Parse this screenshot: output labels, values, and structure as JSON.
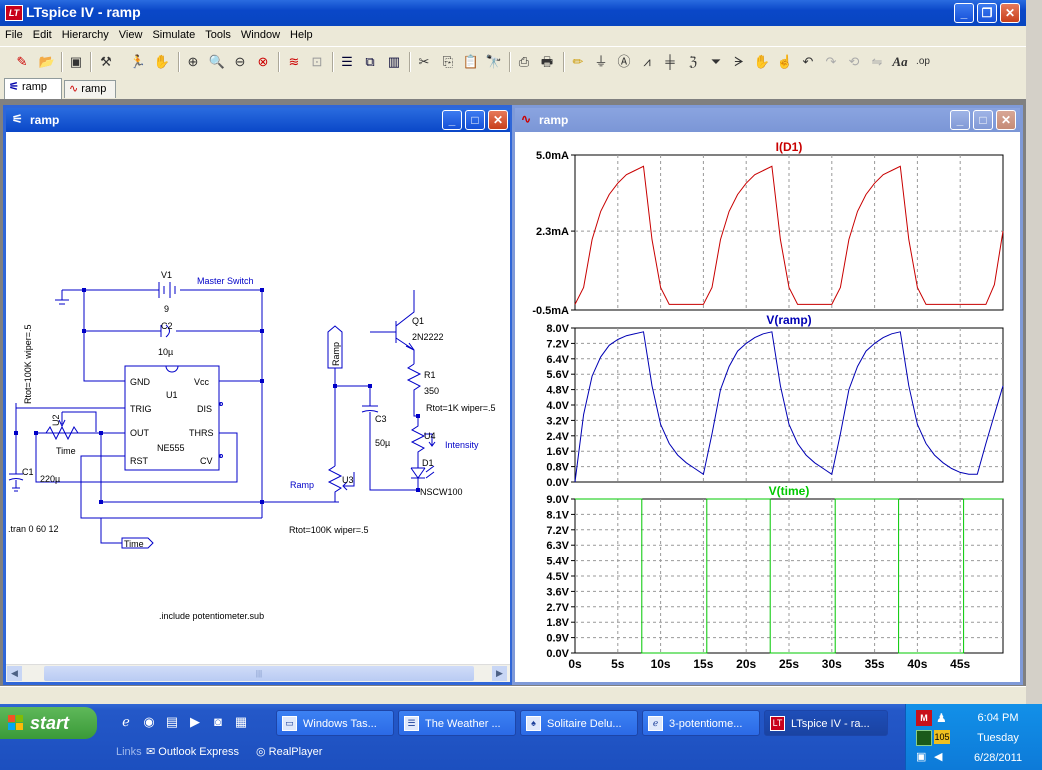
{
  "app": {
    "title": "LTspice IV - ramp",
    "icon_name": "ltspice-app-icon"
  },
  "menu": [
    "File",
    "Edit",
    "Hierarchy",
    "View",
    "Simulate",
    "Tools",
    "Window",
    "Help"
  ],
  "toolbar_icons": [
    "new-schematic-icon",
    "open-icon",
    "save-icon",
    "control-panel-icon",
    "run-icon",
    "halt-icon",
    "zoom-in-icon",
    "zoom-area-icon",
    "zoom-out-icon",
    "zoom-cancel-icon",
    "autorange-icon",
    "fit-icon",
    "tile-horizontal-icon",
    "cascade-icon",
    "tile-vertical-icon",
    "cut-icon",
    "copy-icon",
    "paste-icon",
    "find-icon",
    "print-preview-icon",
    "print-icon",
    "wire-icon",
    "ground-icon",
    "label-net-icon",
    "resistor-icon",
    "capacitor-icon",
    "inductor-icon",
    "diode-icon",
    "component-icon",
    "move-icon",
    "drag-icon",
    "undo-icon",
    "redo-icon",
    "rotate-icon",
    "mirror-icon",
    "text-icon",
    "spice-directive-icon"
  ],
  "tabs": [
    {
      "label": "ramp",
      "icon": "schematic-tab-icon"
    },
    {
      "label": "ramp",
      "icon": "waveform-tab-icon"
    }
  ],
  "schematic": {
    "title": "ramp",
    "labels": {
      "v1": "V1",
      "v1_val": "9",
      "master": "Master Switch",
      "c2": "C2",
      "c2_val": "10µ",
      "u1": "U1",
      "u1_part": "NE555",
      "gnd": "GND",
      "vcc": "Vcc",
      "trig": "TRIG",
      "dis": "DIS",
      "out": "OUT",
      "thrs": "THRS",
      "rst": "RST",
      "cv": "CV",
      "u2": "U2",
      "time": "Time",
      "rtot_left": "Rtot=100K wiper=.5",
      "c1": "C1",
      "c1_val": "220µ",
      "tran": ".tran 0 60 12",
      "time_flag": "Time",
      "q1": "Q1",
      "q1_part": "2N2222",
      "r1": "R1",
      "r1_val": "350",
      "rtot_1k": "Rtot=1K wiper=.5",
      "u4": "U4",
      "intensity": "Intensity",
      "d1": "D1",
      "d1_part": "NSCW100",
      "c3": "C3",
      "c3_val": "50µ",
      "ramp_flag": "Ramp",
      "ramp_lbl": "Ramp",
      "u3": "U3",
      "rtot_bottom": "Rtot=100K wiper=.5",
      "include": ".include potentiometer.sub"
    }
  },
  "waveform": {
    "title": "ramp"
  },
  "chart_data": [
    {
      "type": "line",
      "title": "I(D1)",
      "color": "#c80000",
      "ylim": [
        -0.5,
        5.0
      ],
      "yticks": [
        "5.0mA",
        "2.3mA",
        "-0.5mA"
      ],
      "ytick_values": [
        5.0,
        2.3,
        -0.5
      ],
      "xlim": [
        0,
        50
      ],
      "x": [
        0,
        1,
        2,
        3,
        4,
        5,
        6,
        7,
        8,
        9,
        10,
        11,
        12,
        13,
        14,
        15,
        16,
        17,
        18,
        19,
        20,
        21,
        22,
        23,
        24,
        25,
        26,
        27,
        28,
        29,
        30,
        31,
        32,
        33,
        34,
        35,
        36,
        37,
        38,
        39,
        40,
        41,
        42,
        43,
        44,
        45,
        46,
        47,
        48,
        49,
        50
      ],
      "values": [
        -0.3,
        0.3,
        2.0,
        3.0,
        3.6,
        4.0,
        4.3,
        4.45,
        4.6,
        2.0,
        0.3,
        -0.3,
        -0.3,
        -0.3,
        -0.3,
        -0.3,
        0.3,
        2.0,
        3.0,
        3.6,
        4.0,
        4.3,
        4.45,
        4.6,
        2.0,
        0.3,
        -0.3,
        -0.3,
        -0.3,
        -0.3,
        -0.3,
        0.3,
        2.0,
        3.0,
        3.6,
        4.0,
        4.3,
        4.45,
        4.6,
        2.0,
        0.3,
        -0.3,
        -0.3,
        -0.3,
        -0.3,
        -0.3,
        -0.3,
        -0.3,
        -0.3,
        0.4,
        2.3
      ]
    },
    {
      "type": "line",
      "title": "V(ramp)",
      "color": "#0000b4",
      "ylim": [
        0,
        8.0
      ],
      "yticks": [
        "8.0V",
        "7.2V",
        "6.4V",
        "5.6V",
        "4.8V",
        "4.0V",
        "3.2V",
        "2.4V",
        "1.6V",
        "0.8V",
        "0.0V"
      ],
      "ytick_values": [
        8.0,
        7.2,
        6.4,
        5.6,
        4.8,
        4.0,
        3.2,
        2.4,
        1.6,
        0.8,
        0.0
      ],
      "xlim": [
        0,
        50
      ],
      "x": [
        0,
        1,
        2,
        3,
        4,
        5,
        6,
        7,
        8,
        9,
        10,
        11,
        12,
        13,
        14,
        15,
        16,
        17,
        18,
        19,
        20,
        21,
        22,
        23,
        24,
        25,
        26,
        27,
        28,
        29,
        30,
        31,
        32,
        33,
        34,
        35,
        36,
        37,
        38,
        39,
        40,
        41,
        42,
        43,
        44,
        45,
        46,
        47,
        48,
        49,
        50
      ],
      "values": [
        0.0,
        3.5,
        5.5,
        6.5,
        7.1,
        7.4,
        7.6,
        7.7,
        7.8,
        5.0,
        3.0,
        2.0,
        1.4,
        1.0,
        0.7,
        0.4,
        2.5,
        4.8,
        6.0,
        6.8,
        7.2,
        7.5,
        7.7,
        7.8,
        5.0,
        3.0,
        2.0,
        1.4,
        1.0,
        0.7,
        0.4,
        2.5,
        4.8,
        6.0,
        6.8,
        7.2,
        7.5,
        7.7,
        7.8,
        5.0,
        3.0,
        2.0,
        1.4,
        1.0,
        0.7,
        0.5,
        0.4,
        0.4,
        2.0,
        3.5,
        5.0
      ]
    },
    {
      "type": "line",
      "title": "V(time)",
      "color": "#00c800",
      "ylim": [
        0,
        9.0
      ],
      "yticks": [
        "9.0V",
        "8.1V",
        "7.2V",
        "6.3V",
        "5.4V",
        "4.5V",
        "3.6V",
        "2.7V",
        "1.8V",
        "0.9V",
        "0.0V"
      ],
      "ytick_values": [
        9.0,
        8.1,
        7.2,
        6.3,
        5.4,
        4.5,
        3.6,
        2.7,
        1.8,
        0.9,
        0.0
      ],
      "xlim": [
        0,
        50
      ],
      "xticks": [
        "0s",
        "5s",
        "10s",
        "15s",
        "20s",
        "25s",
        "30s",
        "35s",
        "40s",
        "45s"
      ],
      "xtick_values": [
        0,
        5,
        10,
        15,
        20,
        25,
        30,
        35,
        40,
        45
      ],
      "x": [
        0,
        7.8,
        7.8,
        15.4,
        15.4,
        22.8,
        22.8,
        30.4,
        30.4,
        37.8,
        37.8,
        45.4,
        45.4,
        50
      ],
      "values": [
        9.0,
        9.0,
        0.0,
        0.0,
        9.0,
        9.0,
        0.0,
        0.0,
        9.0,
        9.0,
        0.0,
        0.0,
        9.0,
        9.0
      ]
    }
  ],
  "taskbar": {
    "start": "start",
    "tasks": [
      {
        "label": "Windows Tas...",
        "icon": "task-manager-icon"
      },
      {
        "label": "The Weather ...",
        "icon": "weather-icon"
      },
      {
        "label": "Solitaire Delu...",
        "icon": "solitaire-icon"
      },
      {
        "label": "3-potentiome...",
        "icon": "ie-icon"
      },
      {
        "label": "LTspice IV - ra...",
        "icon": "ltspice-icon"
      }
    ],
    "links_label": "Links",
    "links": [
      "Outlook Express",
      "RealPlayer"
    ],
    "clock": {
      "time": "6:04 PM",
      "day": "Tuesday",
      "date": "6/28/2011"
    },
    "tray_badge": "105"
  }
}
